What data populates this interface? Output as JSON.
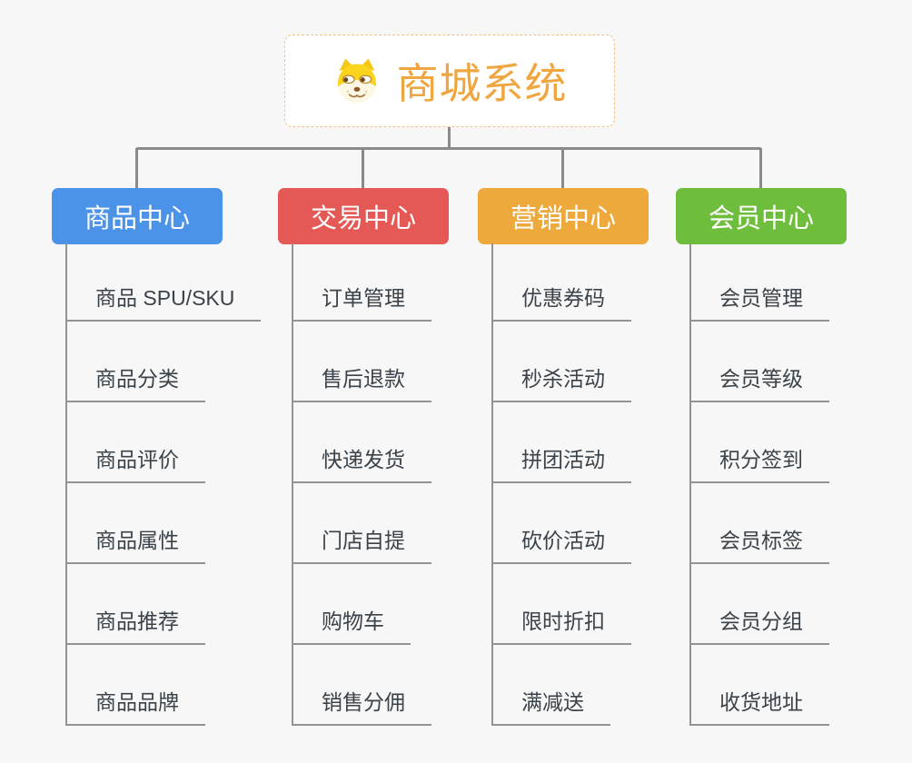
{
  "root": {
    "title": "商城系统",
    "icon": "doge-dog-icon",
    "text_color": "#f0a640",
    "border_color": "#f2c183"
  },
  "palette": {
    "background": "#f7f7f7",
    "connector_gray": "#8a8a8a",
    "leaf_line_gray": "#939393",
    "leaf_text": "#3a424a"
  },
  "branches": [
    {
      "label": "商品中心",
      "color": "#4b92e9",
      "items": [
        "商品 SPU/SKU",
        "商品分类",
        "商品评价",
        "商品属性",
        "商品推荐",
        "商品品牌"
      ]
    },
    {
      "label": "交易中心",
      "color": "#e45956",
      "items": [
        "订单管理",
        "售后退款",
        "快递发货",
        "门店自提",
        "购物车",
        "销售分佣"
      ]
    },
    {
      "label": "营销中心",
      "color": "#eda93c",
      "items": [
        "优惠券码",
        "秒杀活动",
        "拼团活动",
        "砍价活动",
        "限时折扣",
        "满减送"
      ]
    },
    {
      "label": "会员中心",
      "color": "#6ebd3d",
      "items": [
        "会员管理",
        "会员等级",
        "积分签到",
        "会员标签",
        "会员分组",
        "收货地址"
      ]
    }
  ]
}
